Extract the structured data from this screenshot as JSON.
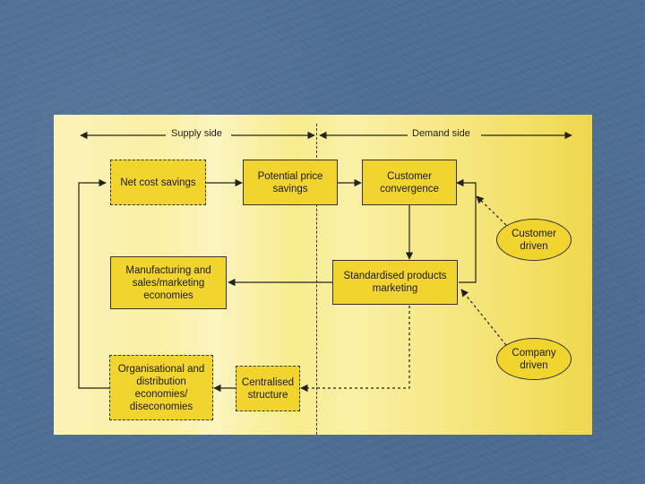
{
  "headers": {
    "supply": "Supply side",
    "demand": "Demand side"
  },
  "boxes": {
    "net_cost_savings": "Net cost savings",
    "potential_price_savings": "Potential price savings",
    "customer_convergence": "Customer convergence",
    "manufacturing": "Manufacturing and sales/marketing economies",
    "standardised_products": "Standardised products marketing",
    "organisational": "Organisational and distribution economies/ diseconomies",
    "centralised_structure": "Centralised structure"
  },
  "ovals": {
    "customer_driven": "Customer driven",
    "company_driven": "Company driven"
  },
  "colors": {
    "box_fill": "#f2d42e",
    "background": "#4f6f96"
  }
}
